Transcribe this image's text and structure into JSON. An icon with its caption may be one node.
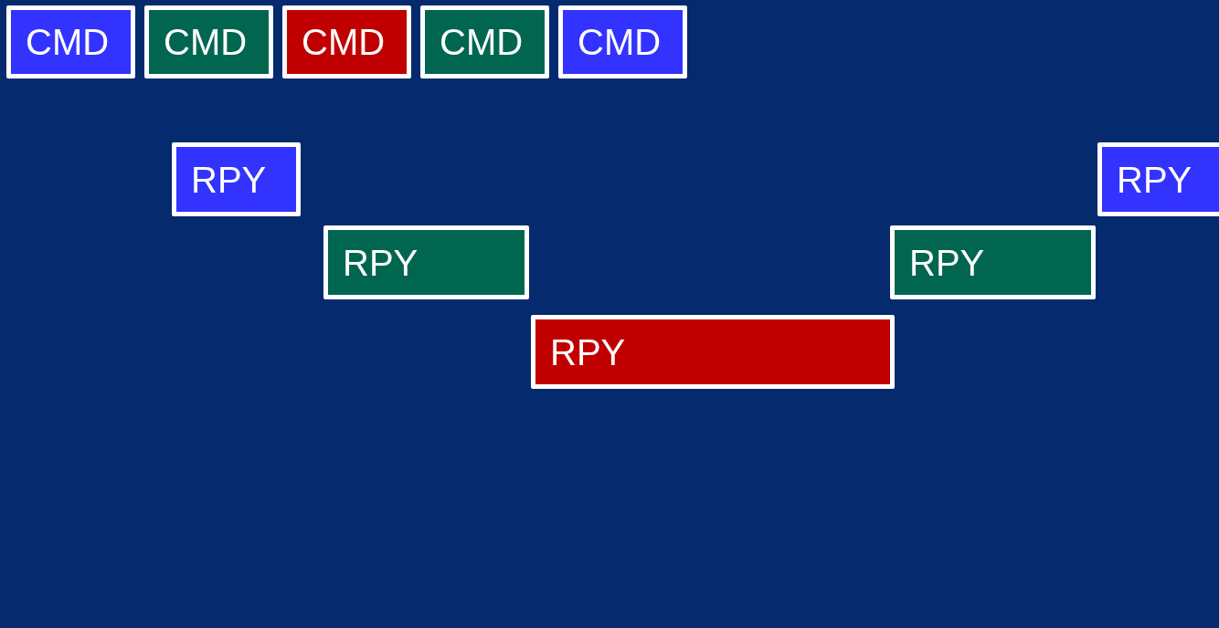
{
  "diagram": {
    "nodes": [
      {
        "text": [
          "CMD"
        ]
      },
      {
        "text": [
          "CMD"
        ]
      },
      {
        "text": [
          "CMD"
        ]
      },
      {
        "text": [
          "CMD"
        ]
      },
      {
        "text": [
          "CMD"
        ]
      },
      {
        "text": [
          "RPY"
        ]
      },
      {
        "text": [
          "RPY"
        ]
      },
      {
        "text": [
          "RPY"
        ]
      },
      {
        "text": [
          "RPY"
        ]
      },
      {
        "text": [
          "RPY"
        ]
      }
    ]
  }
}
